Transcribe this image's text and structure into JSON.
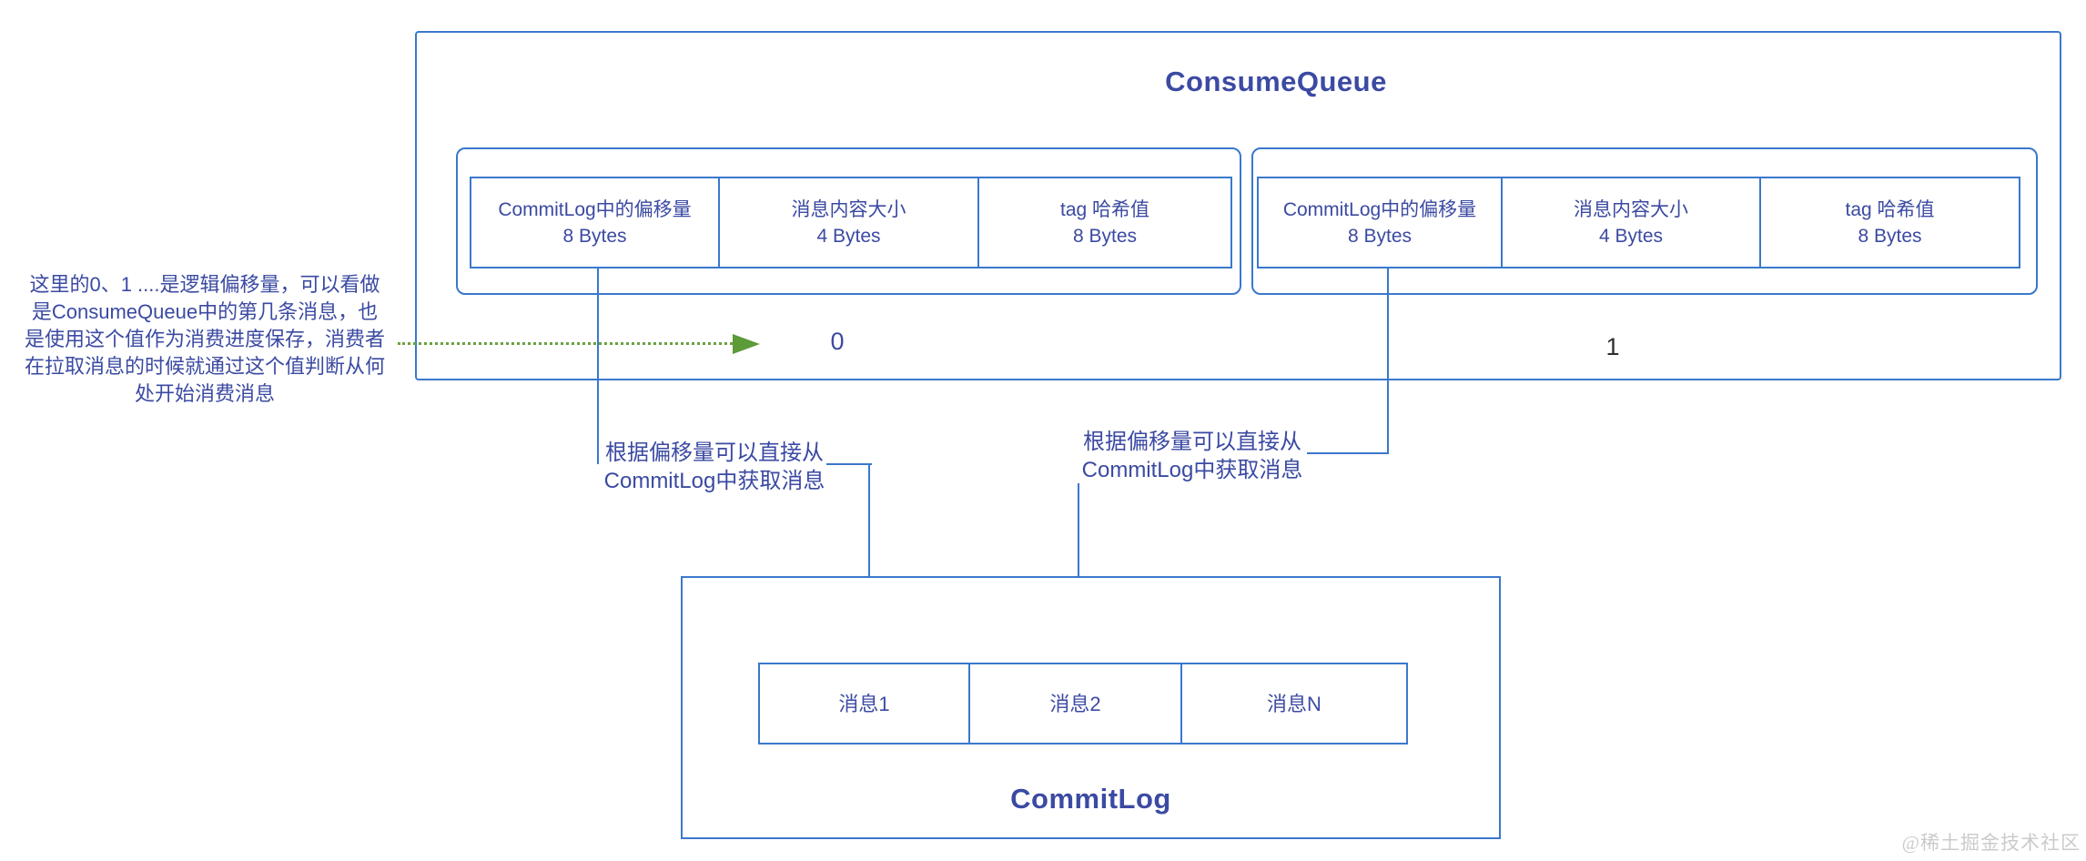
{
  "consume_queue": {
    "title": "ConsumeQueue",
    "index_labels": [
      "0",
      "1"
    ],
    "entries": [
      {
        "fields": [
          {
            "label": "CommitLog中的偏移量",
            "size": "8 Bytes"
          },
          {
            "label": "消息内容大小",
            "size": "4 Bytes"
          },
          {
            "label": "tag 哈希值",
            "size": "8 Bytes"
          }
        ]
      },
      {
        "fields": [
          {
            "label": "CommitLog中的偏移量",
            "size": "8 Bytes"
          },
          {
            "label": "消息内容大小",
            "size": "4 Bytes"
          },
          {
            "label": "tag 哈希值",
            "size": "8 Bytes"
          }
        ]
      }
    ]
  },
  "commit_log": {
    "title": "CommitLog",
    "cells": [
      "消息1",
      "消息2",
      "消息N"
    ]
  },
  "notes": {
    "offset_note_lines": [
      "这里的0、1 ....是逻辑偏移量，可以看做",
      "是ConsumeQueue中的第几条消息，也",
      "是使用这个值作为消费进度保存，消费者",
      "在拉取消息的时候就通过这个值判断从何",
      "处开始消费消息"
    ],
    "fetch_note_left_lines": [
      "根据偏移量可以直接从",
      "CommitLog中获取消息"
    ],
    "fetch_note_right_lines": [
      "根据偏移量可以直接从",
      "CommitLog中获取消息"
    ]
  },
  "watermark": "@稀土掘金技术社区",
  "colors": {
    "border_blue": "#3a78cc",
    "text_indigo": "#3b4aa2",
    "arrow_green": "#5d9a38",
    "offset1_dark": "#2f2f2f",
    "watermark_gray": "#cbcbcb"
  }
}
